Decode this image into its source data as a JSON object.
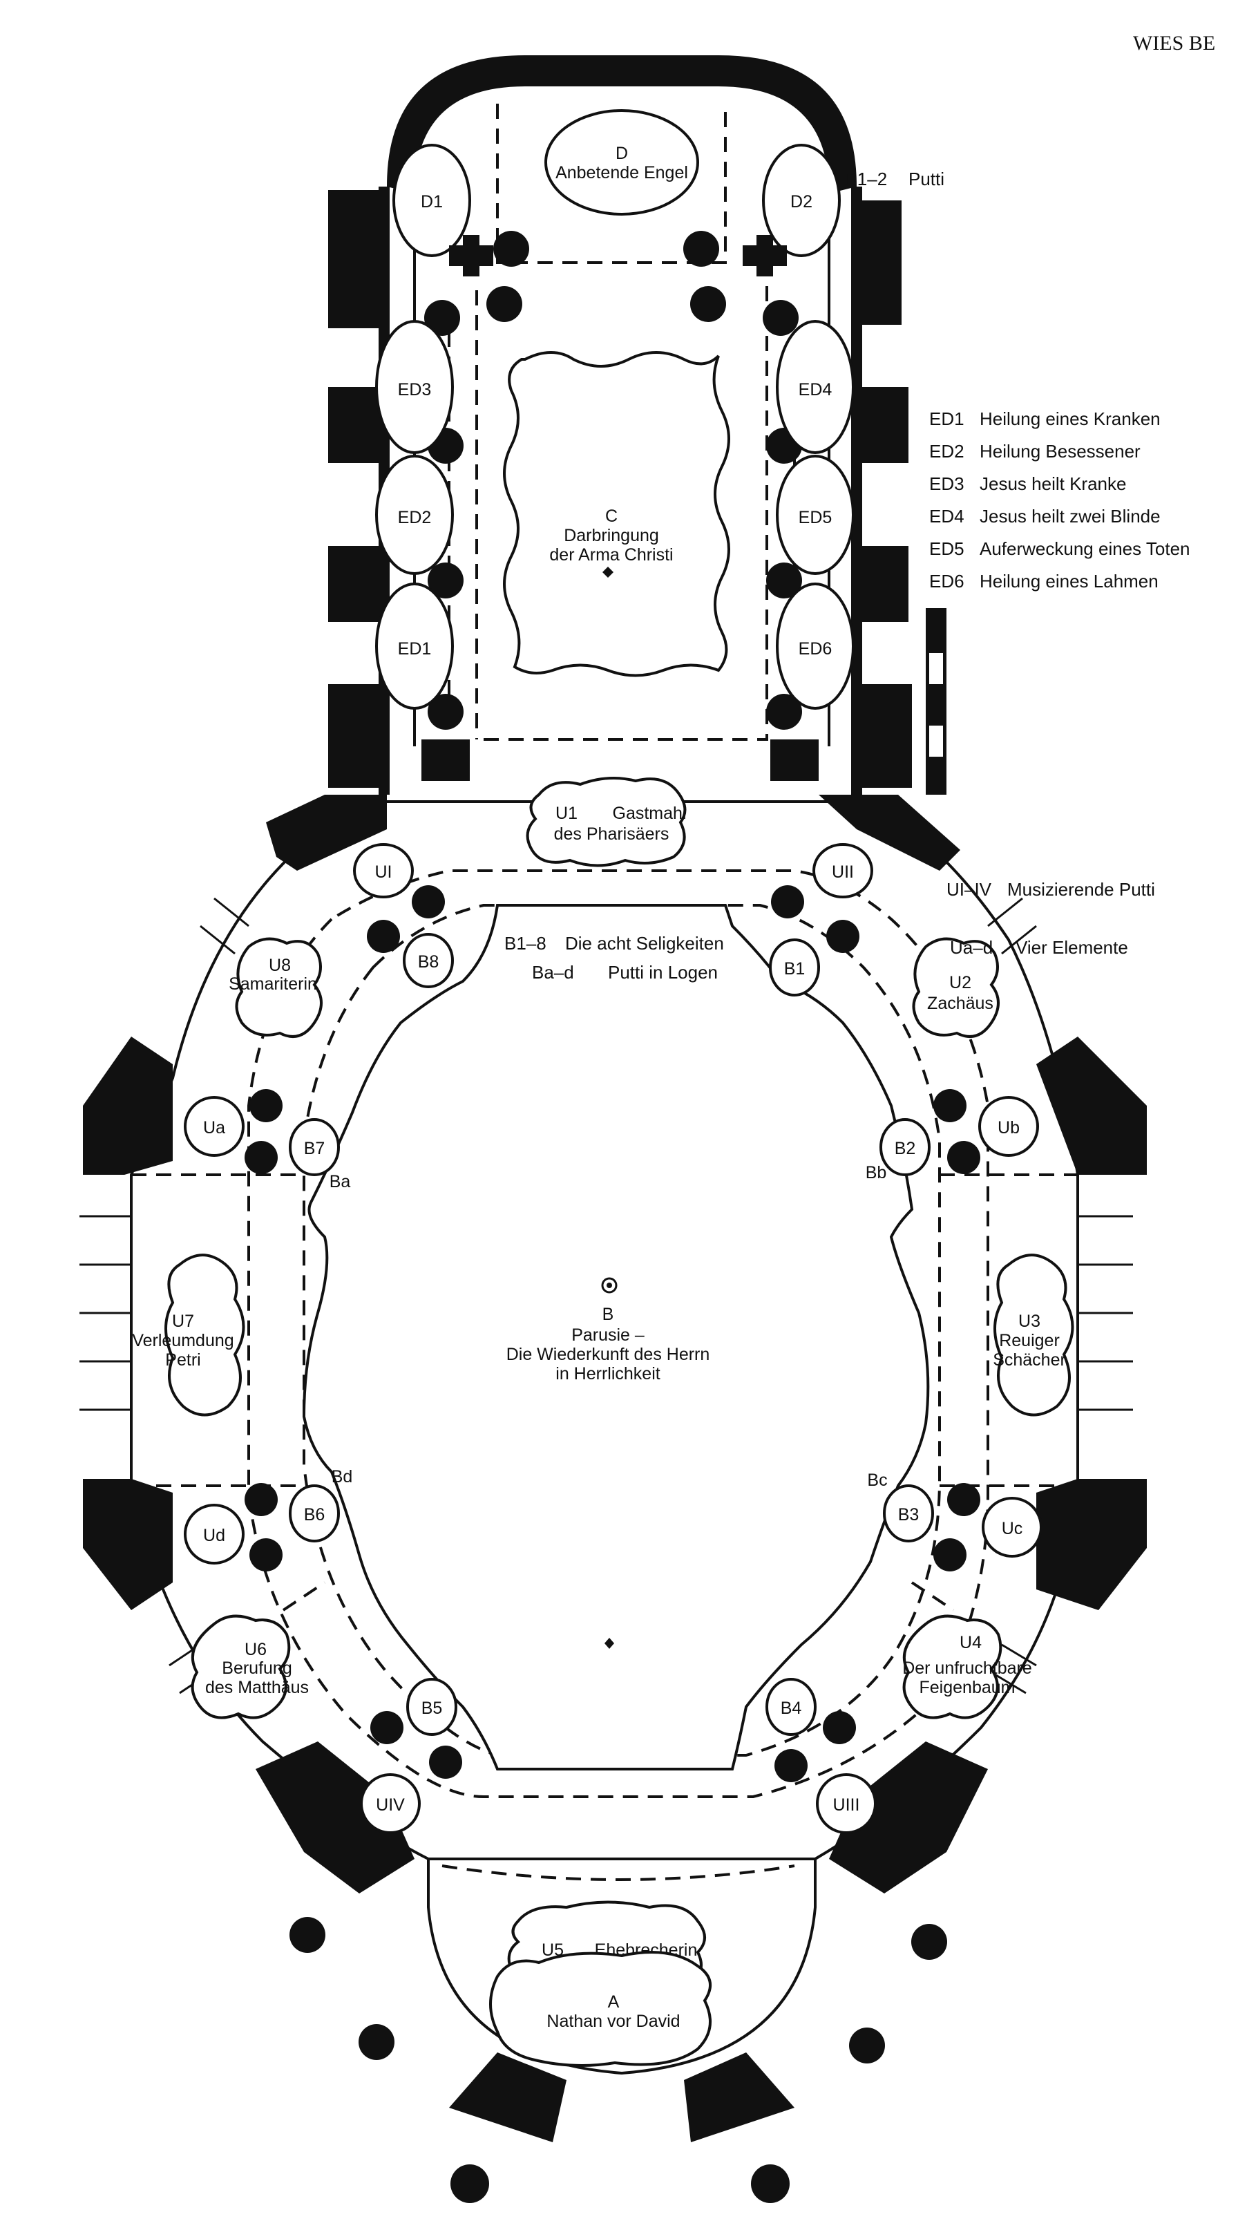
{
  "header": "WIES BE",
  "fresco_labels": {
    "D_code": "D",
    "D_title": "Anbetende Engel",
    "D1": "D1",
    "D2": "D2",
    "C_code": "C",
    "C_line1": "Darbringung",
    "C_line2": "der Arma Christi",
    "ED1": "ED1",
    "ED2": "ED2",
    "ED3": "ED3",
    "ED4": "ED4",
    "ED5": "ED5",
    "ED6": "ED6",
    "U1_code": "U1",
    "U1_line1": "Gastmahl",
    "U1_line2": "des Pharisäers",
    "UI": "UI",
    "UII": "UII",
    "UIII": "UIII",
    "UIV": "UIV",
    "B1": "B1",
    "B2": "B2",
    "B3": "B3",
    "B4": "B4",
    "B5": "B5",
    "B6": "B6",
    "B7": "B7",
    "B8": "B8",
    "Ba": "Ba",
    "Bb": "Bb",
    "Bc": "Bc",
    "Bd": "Bd",
    "Ua": "Ua",
    "Ub": "Ub",
    "Uc": "Uc",
    "Ud": "Ud",
    "U2_code": "U2",
    "U2_title": "Zachäus",
    "U3_code": "U3",
    "U3_line1": "Reuiger",
    "U3_line2": "Schächer",
    "U4_code": "U4",
    "U4_line1": "Der unfruchtbare",
    "U4_line2": "Feigenbaum",
    "U5_code": "U5",
    "U5_title": "Ehebrecherin",
    "U6_code": "U6",
    "U6_line1": "Berufung",
    "U6_line2": "des Matthäus",
    "U7_code": "U7",
    "U7_line1": "Verleumdung",
    "U7_line2": "Petri",
    "U8_code": "U8",
    "U8_title": "Samariterin",
    "B_code": "B",
    "B_line1": "Parusie –",
    "B_line2": "Die Wiederkunft des Herrn",
    "B_line3": "in Herrlichkeit",
    "A_code": "A",
    "A_title": "Nathan vor David"
  },
  "annotations": [
    {
      "code": "D1–2",
      "text": "Putti"
    },
    {
      "code": "B1–8",
      "text": "Die acht Seligkeiten"
    },
    {
      "code": "Ba–d",
      "text": "Putti in Logen"
    },
    {
      "code": "UI–IV",
      "text": "Musizierende Putti"
    },
    {
      "code": "Ua–d",
      "text": "Vier Elemente"
    }
  ],
  "legend": [
    {
      "code": "ED1",
      "text": "Heilung eines Kranken"
    },
    {
      "code": "ED2",
      "text": "Heilung Besessener"
    },
    {
      "code": "ED3",
      "text": "Jesus heilt Kranke"
    },
    {
      "code": "ED4",
      "text": "Jesus heilt zwei Blinde"
    },
    {
      "code": "ED5",
      "text": "Auferweckung eines Toten"
    },
    {
      "code": "ED6",
      "text": "Heilung eines Lahmen"
    }
  ]
}
